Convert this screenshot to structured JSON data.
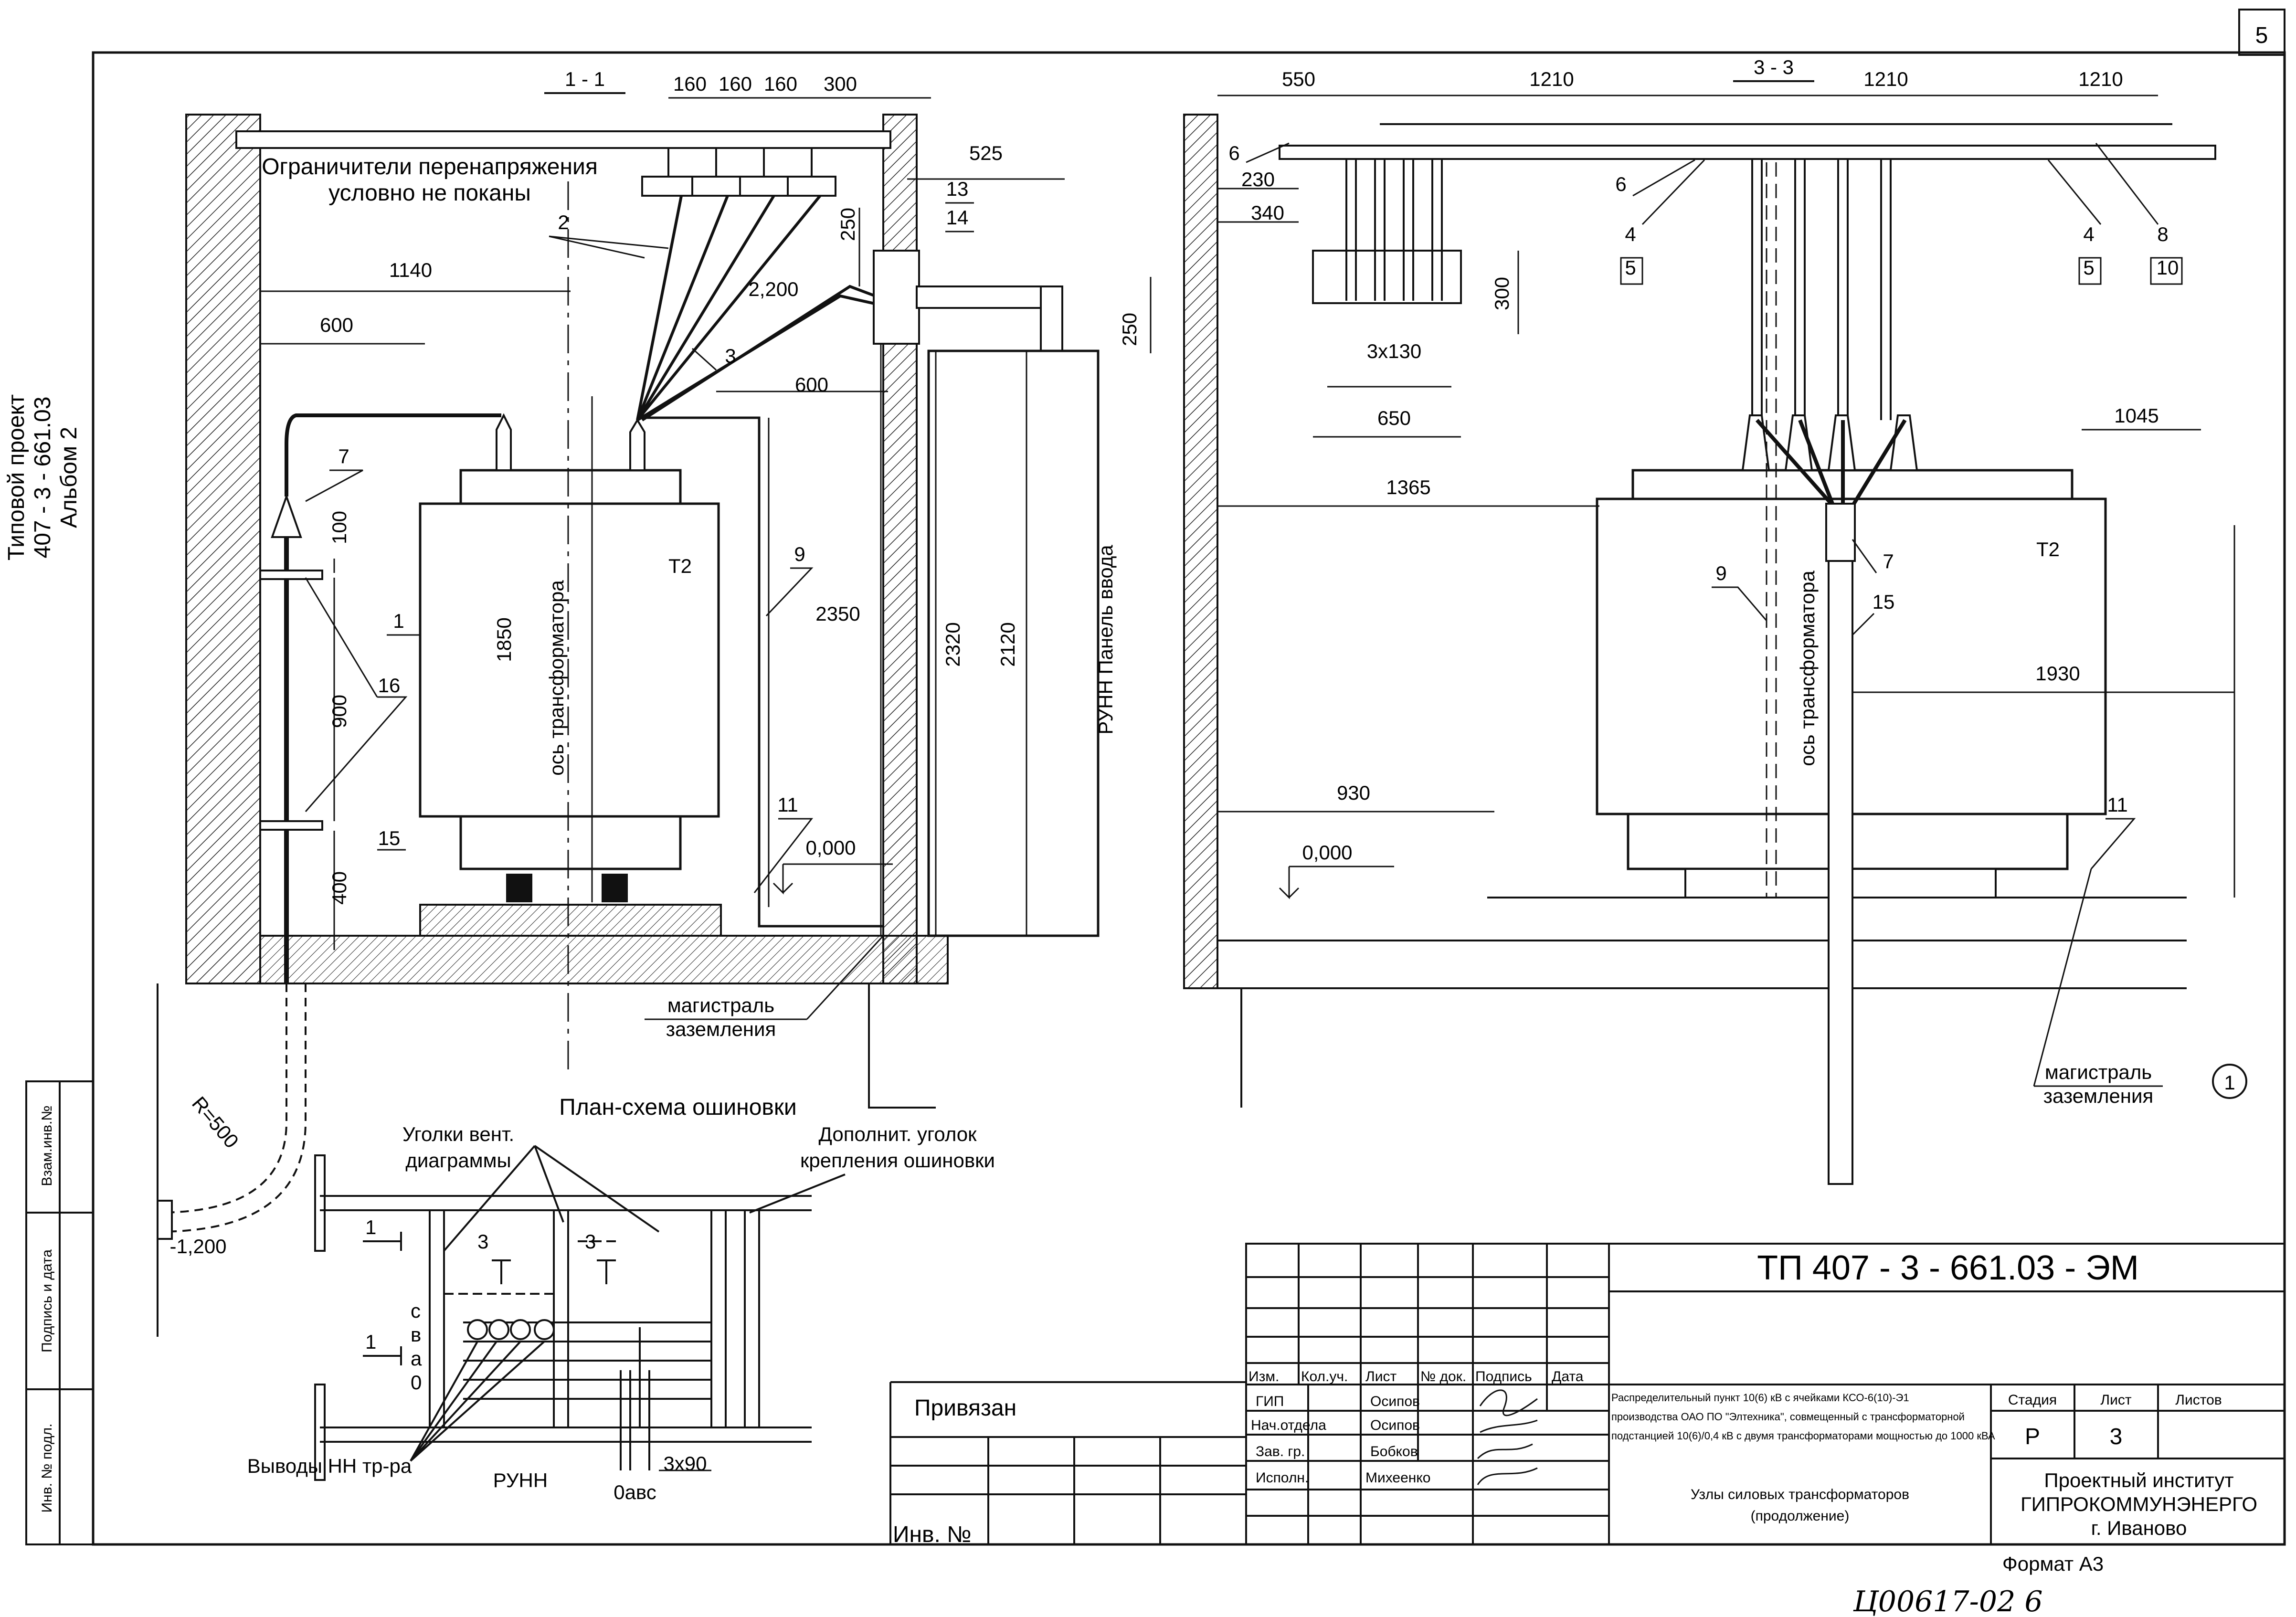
{
  "sheet_number": "5",
  "side_label": {
    "line1": "Типовой проект",
    "line2": "407 - 3 - 661.03",
    "line3": "Альбом  2"
  },
  "section_1": {
    "title": "1 - 1",
    "note_line1": "Ограничители перенапряжения",
    "note_line2": "условно не поканы",
    "transformer_label": "Т2",
    "axis_label": "ось трансформатора",
    "panel_label": "РУНН  Панель ввода",
    "ground_line1": "магистраль",
    "ground_line2": "заземления",
    "dims": {
      "d160a": "160",
      "d160b": "160",
      "d160c": "160",
      "d300": "300",
      "d525": "525",
      "d1140": "1140",
      "d600a": "600",
      "d600b": "600",
      "d250a": "250",
      "d250b": "250",
      "d2200": "2,200",
      "d100": "100",
      "d1850": "1850",
      "d900": "900",
      "d400": "400",
      "d2350": "2350",
      "d2320": "2320",
      "d2120": "2120",
      "d0000": "0,000",
      "r500": "R=500",
      "dm1200": "-1,200"
    },
    "callouts": {
      "c1": "1",
      "c2": "2",
      "c3": "3",
      "c7": "7",
      "c9": "9",
      "c11": "11",
      "c13": "13",
      "c14": "14",
      "c15": "15",
      "c16": "16"
    }
  },
  "section_3": {
    "title": "3 - 3",
    "transformer_label": "Т2",
    "axis_label": "ось трансформатора",
    "ground_line1": "магистраль",
    "ground_line2": "заземления",
    "dims": {
      "d550": "550",
      "d1210a": "1210",
      "d1210b": "1210",
      "d1210c": "1210",
      "d230": "230",
      "d340": "340",
      "d300": "300",
      "d3x130": "3х130",
      "d650": "650",
      "d1045": "1045",
      "d1365": "1365",
      "d1930": "1930",
      "d930": "930",
      "d0000": "0,000"
    },
    "callouts": {
      "c6a": "6",
      "c6b": "6",
      "c4a": "4",
      "c5a": "5",
      "c4b": "4",
      "c5b": "5",
      "c8": "8",
      "c10": "10",
      "c9": "9",
      "c7": "7",
      "c15": "15",
      "c11": "11",
      "axis1": "1"
    }
  },
  "plan": {
    "title": "План-схема ошиновки",
    "label_angles_line1": "Уголки вент.",
    "label_angles_line2": "диаграммы",
    "label_extra_line1": "Дополнит. уголок",
    "label_extra_line2": "крепления ошиновки",
    "label_outputs": "Выводы НН тр-ра",
    "label_runn": "РУНН",
    "label_0abc": "0авс",
    "label_3x90": "3х90",
    "cut1a": "1",
    "cut1b": "1",
    "cut3a": "3",
    "cut3b": "3",
    "phase_c": "с",
    "phase_b": "в",
    "phase_a": "а",
    "phase_0": "0"
  },
  "left_strip": {
    "inv_podl": "Инв. № подл.",
    "podpis_data": "Подпись и дата",
    "vzam_inv": "Взам.инв.№"
  },
  "title_block": {
    "doc_code": "ТП  407 - 3 - 661.03 - ЭМ",
    "privyazan": "Привязан",
    "inv_no": "Инв. №",
    "head_izm": "Изм.",
    "head_kol": "Кол.уч.",
    "head_list": "Лист",
    "head_ndok": "№ док.",
    "head_podpis": "Подпись",
    "head_data": "Дата",
    "role1": "ГИП",
    "role2": "Нач.отдела",
    "role3": "Зав. гр.",
    "role4": "Исполн.",
    "name1": "Осипов",
    "name2": "Осипов",
    "name3": "Бобков",
    "name4": "Михеенко",
    "desc_line1": "Распределительный пункт 10(6) кВ с ячейками КСО-6(10)-Э1",
    "desc_line2": "производства ОАО ПО \"Элтехника\", совмещенный с трансформаторной",
    "desc_line3": "подстанцией 10(6)/0,4 кВ с двумя трансформаторами мощностью до 1000 кВА",
    "sheet_title_line1": "Узлы силовых трансформаторов",
    "sheet_title_line2": "(продолжение)",
    "stage_head": "Стадия",
    "sheet_head": "Лист",
    "sheets_head": "Листов",
    "stage": "Р",
    "sheet": "3",
    "org_line1": "Проектный институт",
    "org_line2": "ГИПРОКОММУНЭНЕРГО",
    "org_line3": "г. Иваново",
    "format": "Формат А3",
    "handwritten": "Ц00617-02     6"
  }
}
